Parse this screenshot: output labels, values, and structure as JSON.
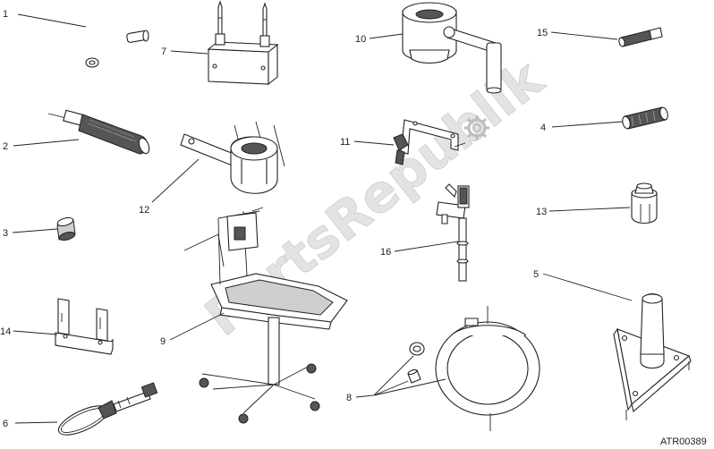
{
  "diagram": {
    "reference_code": "ATR00389",
    "watermark": "PartsRepublik",
    "callouts": [
      {
        "id": "c1",
        "label": "1"
      },
      {
        "id": "c2",
        "label": "2"
      },
      {
        "id": "c3",
        "label": "3"
      },
      {
        "id": "c4",
        "label": "4"
      },
      {
        "id": "c5",
        "label": "5"
      },
      {
        "id": "c6",
        "label": "6"
      },
      {
        "id": "c7",
        "label": "7"
      },
      {
        "id": "c8",
        "label": "8"
      },
      {
        "id": "c9",
        "label": "9"
      },
      {
        "id": "c10",
        "label": "10"
      },
      {
        "id": "c11",
        "label": "11"
      },
      {
        "id": "c12",
        "label": "12"
      },
      {
        "id": "c13",
        "label": "13"
      },
      {
        "id": "c14",
        "label": "14"
      },
      {
        "id": "c15",
        "label": "15"
      },
      {
        "id": "c16",
        "label": "16"
      }
    ]
  }
}
